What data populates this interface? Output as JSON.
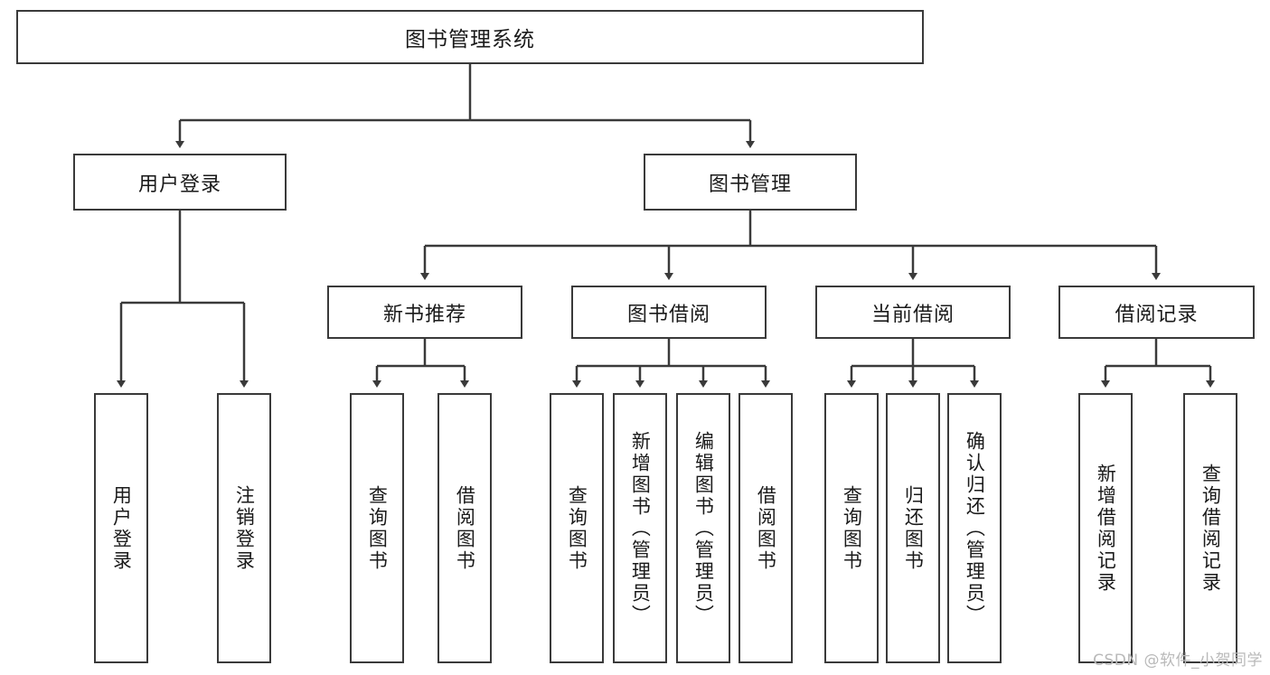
{
  "diagram": {
    "title_box": {
      "label": "图书管理系统"
    },
    "level2": [
      {
        "id": "user-login",
        "label": "用户登录"
      },
      {
        "id": "book-manage",
        "label": "图书管理"
      }
    ],
    "level3": [
      {
        "id": "new-book-recommend",
        "label": "新书推荐"
      },
      {
        "id": "book-borrow",
        "label": "图书借阅"
      },
      {
        "id": "current-borrow",
        "label": "当前借阅"
      },
      {
        "id": "borrow-record",
        "label": "借阅记录"
      }
    ],
    "leaves": {
      "user_login": [
        {
          "id": "leaf-user-login",
          "label": "用户登录"
        },
        {
          "id": "leaf-logout-login",
          "label": "注销登录"
        }
      ],
      "new_book_recommend": [
        {
          "id": "leaf-query-book-1",
          "label": "查询图书"
        },
        {
          "id": "leaf-borrow-book-1",
          "label": "借阅图书"
        }
      ],
      "book_borrow": [
        {
          "id": "leaf-query-book-2",
          "label": "查询图书"
        },
        {
          "id": "leaf-add-book",
          "label": "新增图书（管理员）"
        },
        {
          "id": "leaf-edit-book",
          "label": "编辑图书（管理员）"
        },
        {
          "id": "leaf-borrow-book-2",
          "label": "借阅图书"
        }
      ],
      "current_borrow": [
        {
          "id": "leaf-query-book-3",
          "label": "查询图书"
        },
        {
          "id": "leaf-return-book",
          "label": "归还图书"
        },
        {
          "id": "leaf-confirm-return",
          "label": "确认归还（管理员）"
        }
      ],
      "borrow_record": [
        {
          "id": "leaf-add-record",
          "label": "新增借阅记录"
        },
        {
          "id": "leaf-query-record",
          "label": "查询借阅记录"
        }
      ]
    },
    "watermark": "CSDN @软件_小贺同学",
    "colors": {
      "stroke": "#3a3a3a",
      "text": "#1a1a1a",
      "background": "#ffffff",
      "watermark": "#b9b9b9"
    }
  }
}
